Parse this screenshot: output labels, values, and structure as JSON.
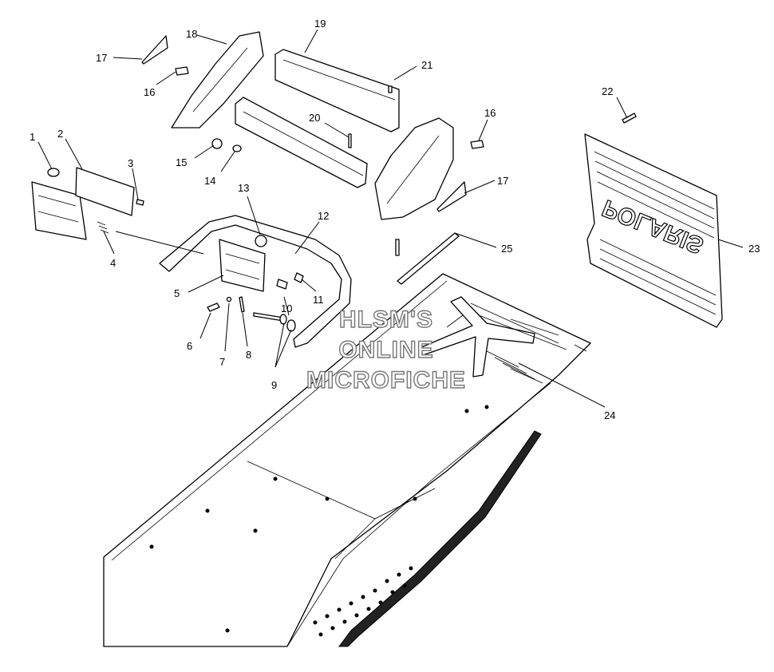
{
  "watermark": {
    "line1": "HLSM'S",
    "line2": "ONLINE",
    "line3": "MICROFICHE"
  },
  "flap_logo": "POLARIS",
  "callouts": {
    "c1": "1",
    "c2": "2",
    "c3": "3",
    "c4": "4",
    "c5": "5",
    "c6": "6",
    "c7": "7",
    "c8": "8",
    "c9": "9",
    "c10": "10",
    "c11": "11",
    "c12": "12",
    "c13": "13",
    "c14": "14",
    "c15": "15",
    "c16a": "16",
    "c16b": "16",
    "c17a": "17",
    "c17b": "17",
    "c18": "18",
    "c19": "19",
    "c20": "20",
    "c21": "21",
    "c22": "22",
    "c23": "23",
    "c24": "24",
    "c25": "25"
  }
}
